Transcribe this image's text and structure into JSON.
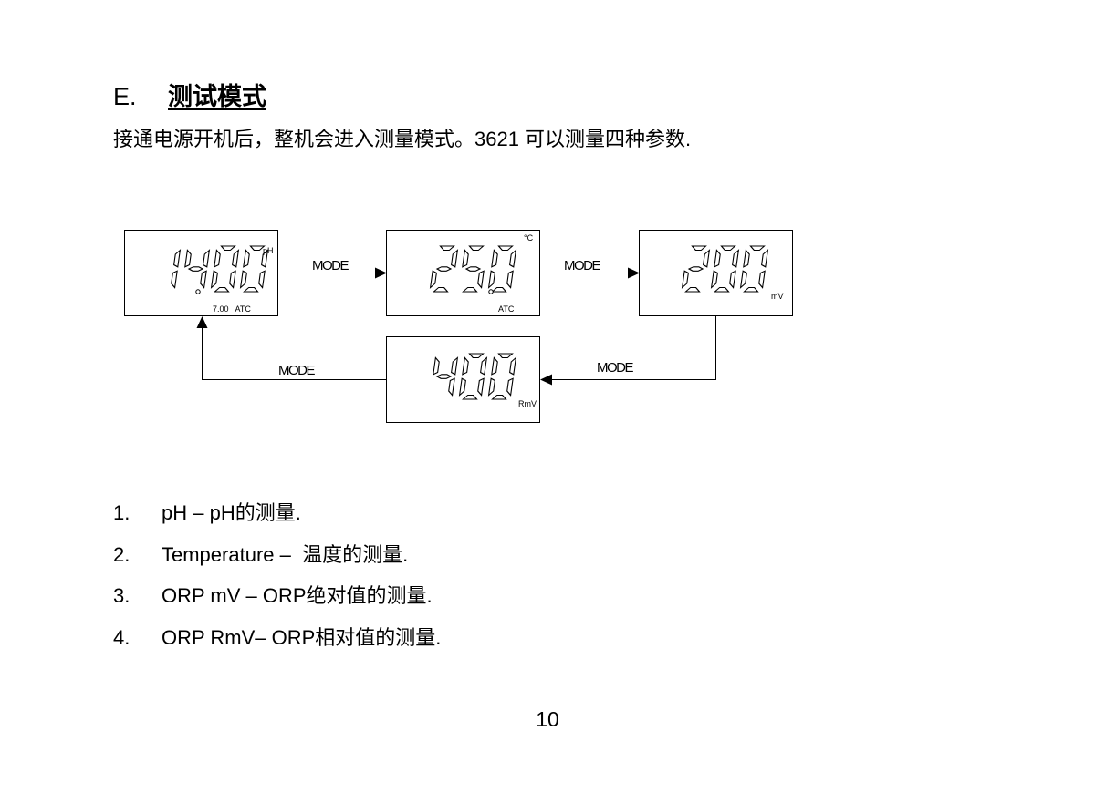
{
  "section": {
    "letter": "E.",
    "title": "测试模式"
  },
  "intro": "接通电源开机后，整机会进入测量模式。3621 可以测量四种参数.",
  "diagram": {
    "mode_label": "MODE",
    "displays": [
      {
        "id": "ph",
        "digits": "1400",
        "unit": "pH",
        "sub": "7.00   ATC"
      },
      {
        "id": "temp",
        "digits": "250",
        "unit": "°C",
        "sub": "ATC"
      },
      {
        "id": "mv",
        "digits": "200",
        "unit": "mV"
      },
      {
        "id": "rmv",
        "digits": "400",
        "unit": "RmV"
      }
    ]
  },
  "items": [
    {
      "num": "1.",
      "text": "pH – pH的测量."
    },
    {
      "num": "2.",
      "text": "Temperature –  温度的测量."
    },
    {
      "num": "3.",
      "text": "ORP mV – ORP绝对值的测量."
    },
    {
      "num": "4.",
      "text": "ORP RmV– ORP相对值的测量."
    }
  ],
  "page_number": "10"
}
